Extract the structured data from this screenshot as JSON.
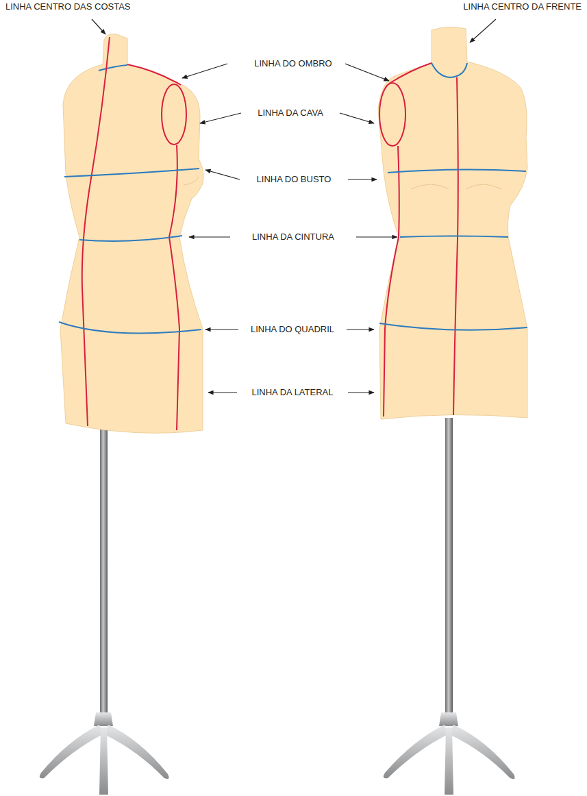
{
  "diagram": {
    "labels": [
      "LINHA CENTRO DAS COSTAS",
      "LINHA CENTRO DA FRENTE",
      "LINHA DO OMBRO",
      "LINHA DA CAVA",
      "LINHA DO BUSTO",
      "LINHA DA CINTURA",
      "LINHA DO QUADRIL",
      "LINHA DA LATERAL"
    ]
  }
}
